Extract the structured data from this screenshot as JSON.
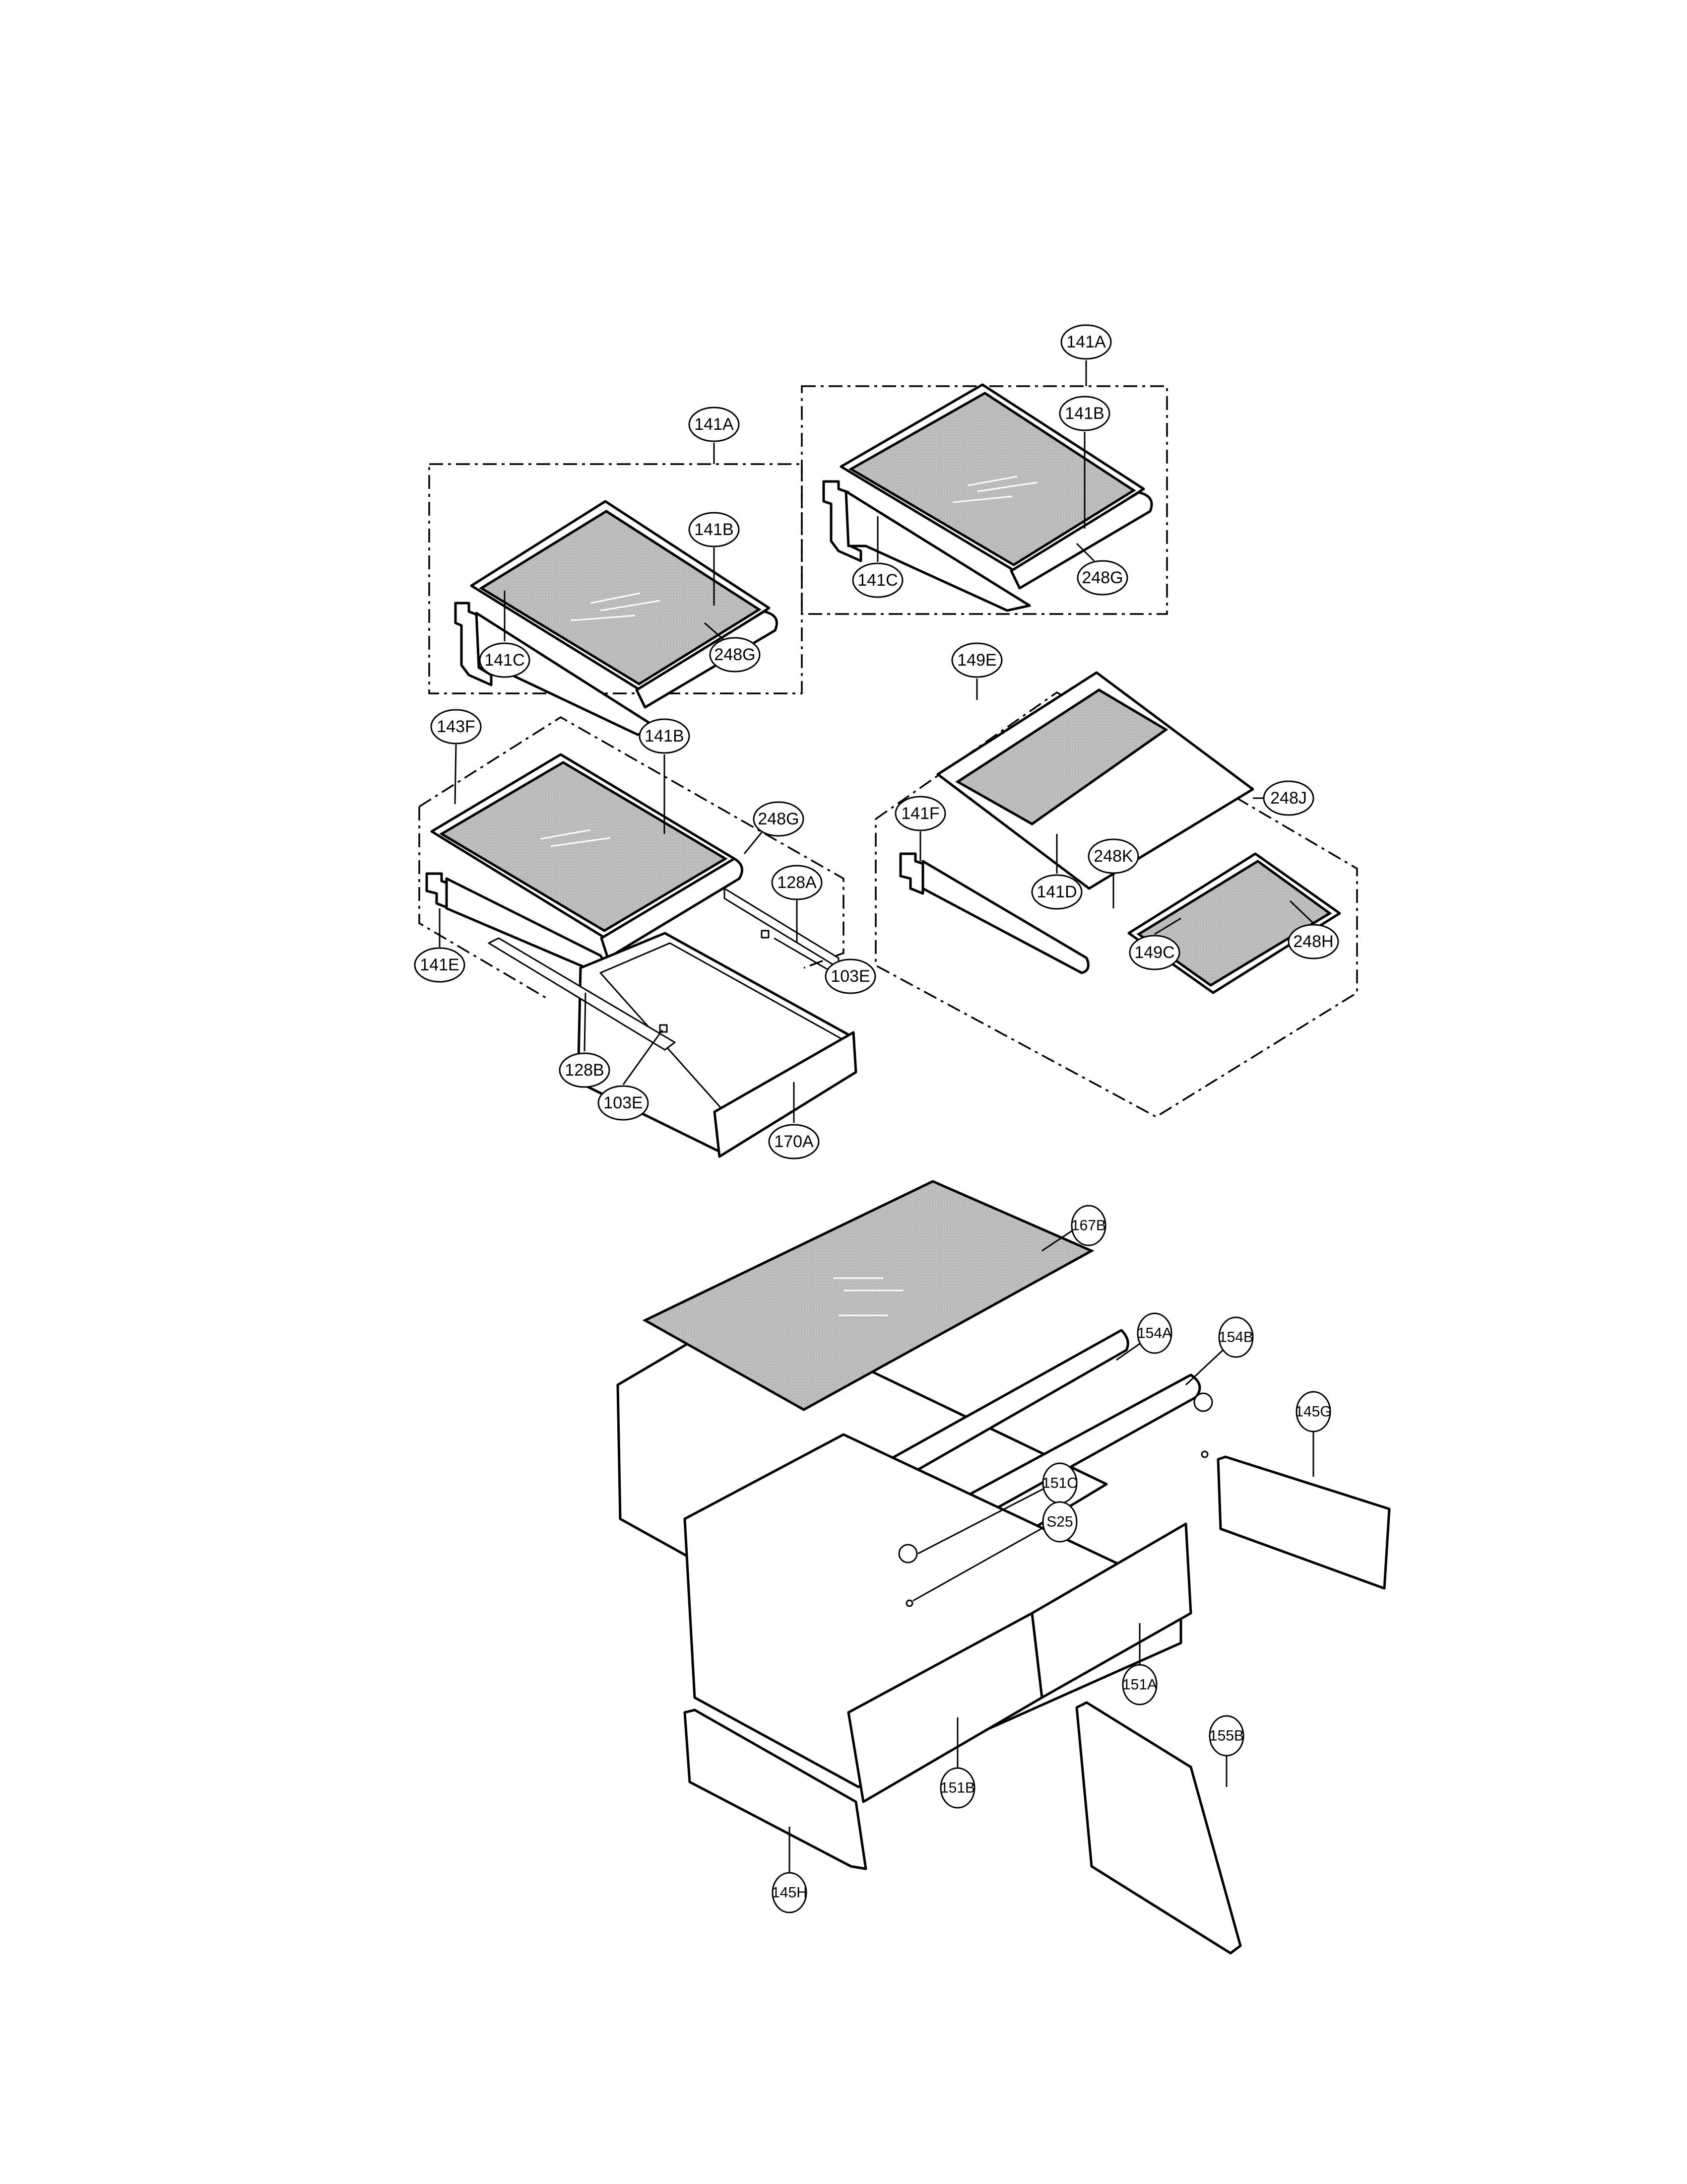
{
  "diagram": {
    "type": "exploded parts diagram",
    "subject": "refrigerator shelves and crisper drawer assembly",
    "colors": {
      "line": "#000000",
      "background": "#ffffff",
      "glass_fill": "#b8b8b8"
    },
    "groups": [
      {
        "id": "141A",
        "name": "shelf assembly (left)",
        "parts": [
          "141B",
          "141C",
          "248G"
        ]
      },
      {
        "id": "141A",
        "name": "shelf assembly (right)",
        "parts": [
          "141B",
          "141C",
          "248G"
        ]
      },
      {
        "id": "143F",
        "name": "shelf with drawer assembly",
        "parts": [
          "141B",
          "248G",
          "128A",
          "103E",
          "141E",
          "128B",
          "103E",
          "170A"
        ]
      },
      {
        "id": "149E",
        "name": "split shelf assembly",
        "parts": [
          "141F",
          "248J",
          "248K",
          "141D",
          "149C",
          "248H"
        ]
      }
    ],
    "labels": {
      "l141A_left": "141A",
      "l141B_left": "141B",
      "l141C_left": "141C",
      "l248G_left": "248G",
      "l141A_right": "141A",
      "l141B_right": "141B",
      "l141C_right": "141C",
      "l248G_right": "248G",
      "l143F": "143F",
      "l141B_mid": "141B",
      "l248G_mid": "248G",
      "l128A": "128A",
      "l103E_a": "103E",
      "l141E": "141E",
      "l128B": "128B",
      "l103E_b": "103E",
      "l170A": "170A",
      "l149E": "149E",
      "l141F": "141F",
      "l248J": "248J",
      "l248K": "248K",
      "l141D": "141D",
      "l149C": "149C",
      "l248H": "248H",
      "l167B": "167B",
      "l154A": "154A",
      "l154B": "154B",
      "l145G": "145G",
      "l151C": "151C",
      "lS25": "S25",
      "l151A": "151A",
      "l151B": "151B",
      "l155B": "155B",
      "l145H": "145H"
    }
  }
}
